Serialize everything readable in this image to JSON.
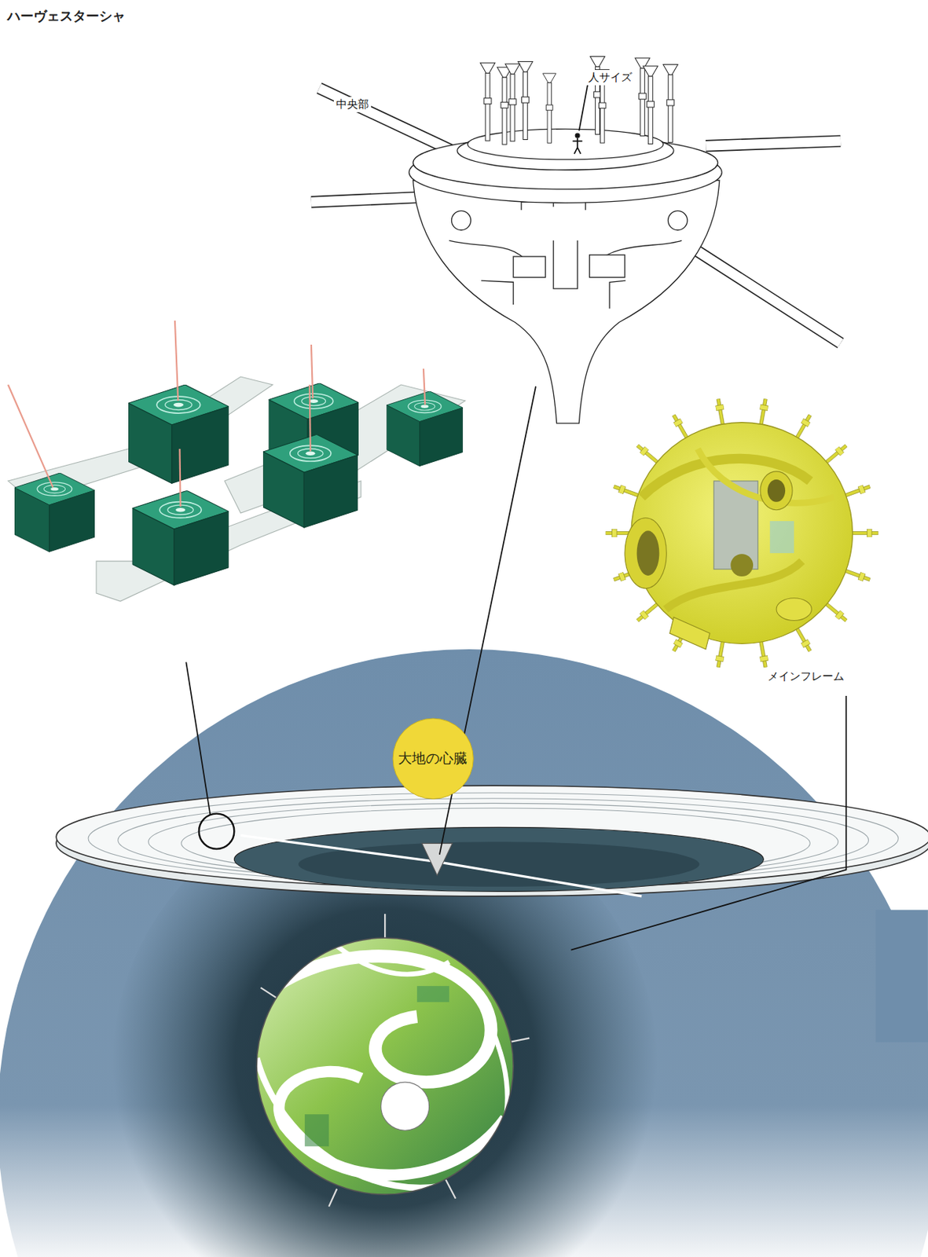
{
  "diagram": {
    "title": "ハーヴェスターシャ",
    "nodes": [
      {
        "text": [
          "大地の心臓"
        ]
      }
    ],
    "labels": [
      "中央部",
      "人サイズ",
      "メインフレーム"
    ]
  }
}
